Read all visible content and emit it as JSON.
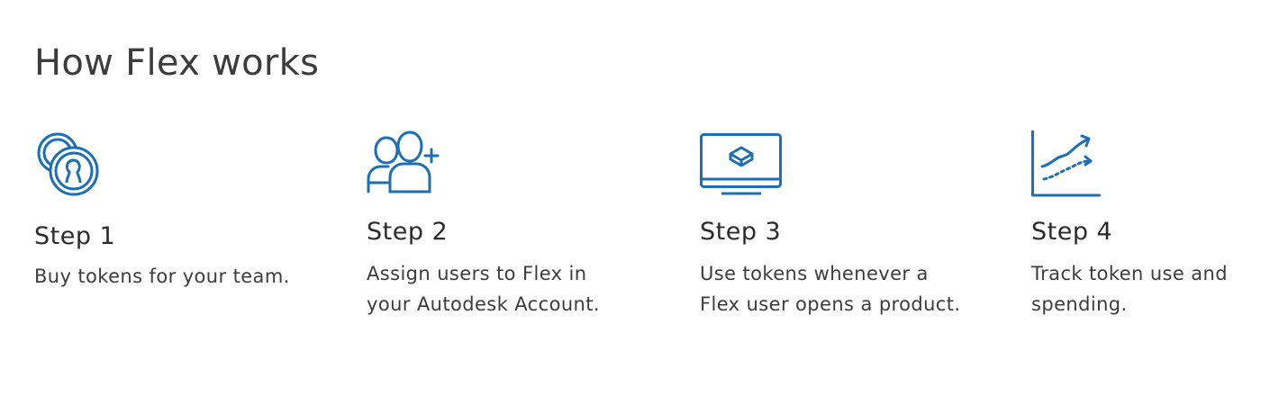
{
  "header": {
    "title": "How Flex works"
  },
  "theme": {
    "icon_color": "#1c6fb5",
    "text_color": "#3c3c3c"
  },
  "steps": [
    {
      "title": "Step 1",
      "description": "Buy tokens for your team.",
      "icon": "coins-icon"
    },
    {
      "title": "Step 2",
      "description": "Assign users to Flex in your Autodesk Account.",
      "icon": "add-users-icon"
    },
    {
      "title": "Step 3",
      "description": "Use tokens whenever a Flex user opens a product.",
      "icon": "monitor-product-icon"
    },
    {
      "title": "Step 4",
      "description": "Track token use and spending.",
      "icon": "growth-chart-icon"
    }
  ]
}
